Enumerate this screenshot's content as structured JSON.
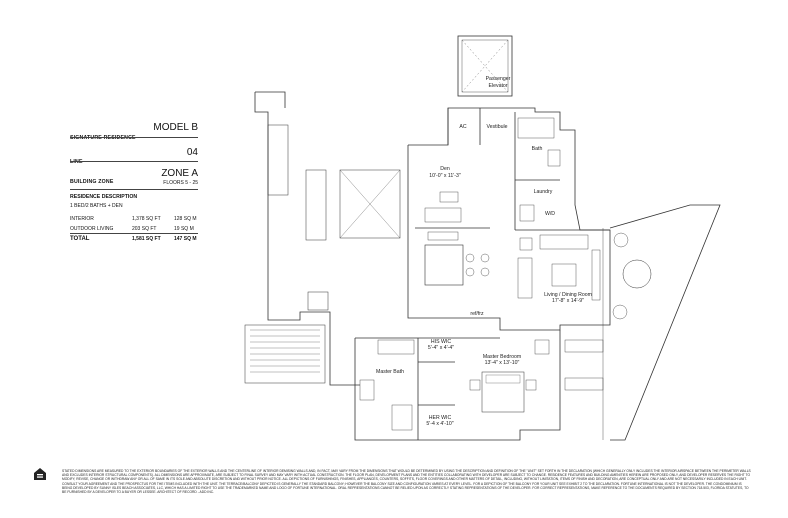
{
  "info": {
    "residence_label": "SIGNATURE RESIDENCE",
    "model": "MODEL B",
    "line_label": "LINE",
    "line_value": "04",
    "zone_label": "BUILDING ZONE",
    "zone_value": "ZONE A",
    "floors": "FLOORS 5 - 25",
    "desc_heading": "RESIDENCE DESCRIPTION",
    "desc_text": "1 BED/2 BATHS + DEN",
    "rows": [
      {
        "label": "INTERIOR",
        "sqft": "1,378 SQ FT",
        "sqm": "128 SQ M"
      },
      {
        "label": "OUTDOOR LIVING",
        "sqft": "203 SQ FT",
        "sqm": "19 SQ M"
      },
      {
        "label": "TOTAL",
        "sqft": "1,581 SQ FT",
        "sqm": "147 SQ M"
      }
    ]
  },
  "plan_labels": {
    "elevator": "Passenger",
    "elevator2": "Elevator",
    "ac": "AC",
    "vestibule": "Vestibule",
    "bath": "Bath",
    "den": "Den",
    "den_dim": "10'-0\" x 11'-3\"",
    "laundry": "Laundry",
    "wd": "W/D",
    "living": "Living / Dining Room",
    "living_dim": "17'-8\" x 14'-9\"",
    "ref": "ref/frz",
    "his_wic": "HIS WIC",
    "his_dim": "5'-4\" x 4'-4\"",
    "master_bed": "Master Bedroom",
    "master_bed_dim": "13'-4\" x 13'-10\"",
    "master_bath": "Master Bath",
    "her_wic": "HER WIC",
    "her_dim": "5'-4 x 4'-10\""
  },
  "footer": {
    "disclaimer": "STATED DIMENSIONS ARE MEASURED TO THE EXTERIOR BOUNDARIES OF THE EXTERIOR WALLS AND THE CENTERLINE OF INTERIOR DEMISING WALLS AND, IN FACT, MAY VARY FROM THE DIMENSIONS THAT WOULD BE DETERMINED BY USING THE DESCRIPTION AND DEFINITION OF THE \"UNIT\" SET FORTH IN THE DECLARATION (WHICH GENERALLY ONLY INCLUDES THE INTERIOR AIRSPACE BETWEEN THE PERIMETER WALLS AND EXCLUDES INTERIOR STRUCTURAL COMPONENTS). ALL DIMENSIONS ARE APPROXIMATE, ARE SUBJECT TO FINAL SURVEY AND MAY VARY WITH ACTUAL CONSTRUCTION. THE FLOOR PLAN, DEVELOPMENT PLANS AND THE ENTITIES COLLABORATING WITH DEVELOPER ARE SUBJECT TO CHANGE. RESIDENCE FEATURES AND BUILDING AMENITIES HEREIN ARE PROPOSED ONLY, AND DEVELOPER RESERVES THE RIGHT TO MODIFY, REVISE, CHANGE OR WITHDRAW ANY OR ALL OF SAME IN ITS SOLE AND ABSOLUTE DISCRETION AND WITHOUT PRIOR NOTICE. ALL DEPICTIONS OF FURNISHINGS, FINISHES, APPLIANCES, COUNTERS, SOFFITS, FLOOR COVERINGS AND OTHER MATTERS OF DETAIL, INCLUDING, WITHOUT LIMITATION, ITEMS OF FINISH AND DECORATION, ARE CONCEPTUAL ONLY AND ARE NOT NECESSARILY INCLUDED IN EACH UNIT. CONSULT YOUR AGREEMENT AND THE PROSPECTUS FOR THE ITEMS INCLUDED WITH THE UNIT. THE TERRACE/BALCONY DEPICTED IS GENERALLY THE STANDARD BALCONY; HOWEVER THE BALCONY SIZE AND CONFIGURATION VARIES AT EVERY LEVEL. FOR A DEPICTION OF THE BALCONY FOR YOUR UNIT SEE EXHIBIT 2 TO THE DECLARATION. FORTUNE INTERNATIONAL IS NOT THE DEVELOPER. THE CONDOMINIUM IS BEING DEVELOPED BY SUNNY ISLES BEACH ASSOCIATES, LLC, WHICH HAS A LIMITED RIGHT TO USE THE TRADEMARKED NAME AND LOGO OF FORTUNE INTERNATIONAL. ORAL REPRESENTATIONS CANNOT BE RELIED UPON AS CORRECTLY STATING REPRESENTATIONS OF THE DEVELOPER. FOR CORRECT REPRESENTATIONS, MAKE REFERENCE TO THE DOCUMENTS REQUIRED BY SECTION 718.503, FLORIDA STATUTES, TO BE FURNISHED BY A DEVELOPER TO A BUYER OR LESSEE. ARCHITECT OF RECORD - ADD INC."
  }
}
